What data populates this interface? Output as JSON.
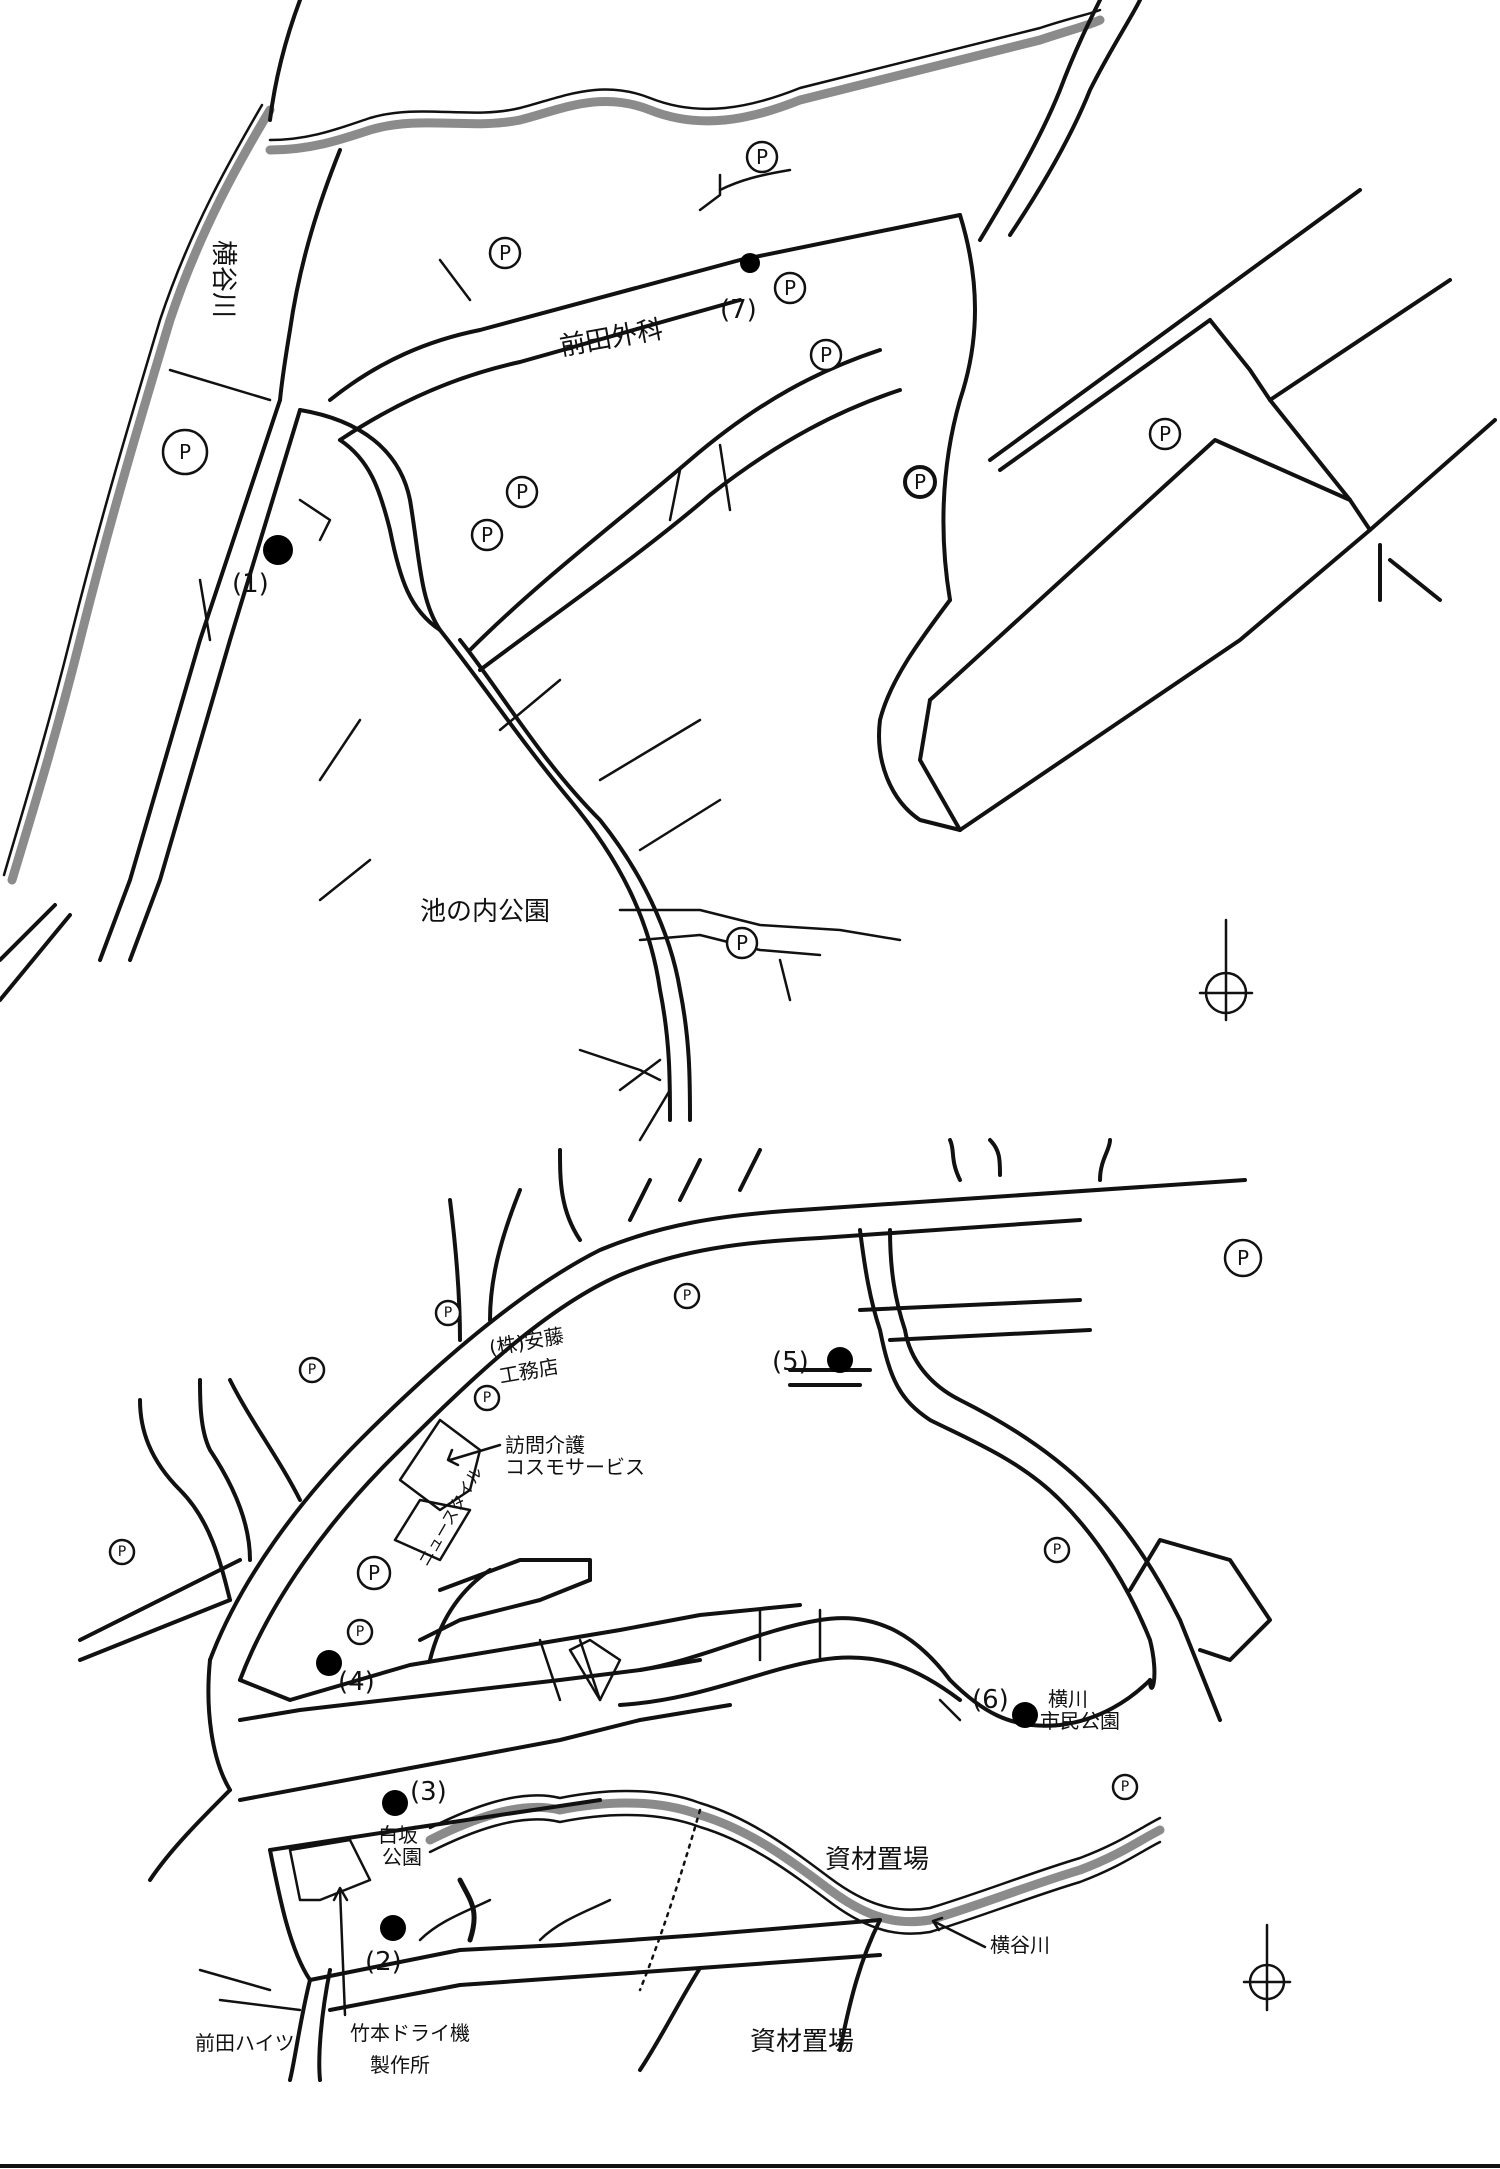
{
  "map_top": {
    "river_label": "横谷川",
    "labels": {
      "clinic": "前田外科",
      "park": "池の内公園"
    },
    "markers": {
      "m1": "(1)",
      "m7": "(7)"
    },
    "parking_symbol": "P"
  },
  "map_bottom": {
    "labels": {
      "ando": "(株)安藤",
      "ando2": "工務店",
      "care": "訪問介護",
      "care2": "コスモサービス",
      "new_style": "ニュースタイル",
      "yokogawa_park": "横川",
      "yokogawa_park2": "市民公園",
      "shirasaka_park": "白坂",
      "shirasaka_park2": "公園",
      "materials_1": "資材置場",
      "materials_2": "資材置場",
      "river": "横谷川",
      "maeda_heights": "前田ハイツ",
      "takemoto": "竹本ドライ機",
      "takemoto2": "製作所"
    },
    "markers": {
      "m2": "(2)",
      "m3": "(3)",
      "m4": "(4)",
      "m5": "(5)",
      "m6": "(6)"
    },
    "parking_symbol": "P"
  },
  "compass_icon": "north-arrow-icon"
}
